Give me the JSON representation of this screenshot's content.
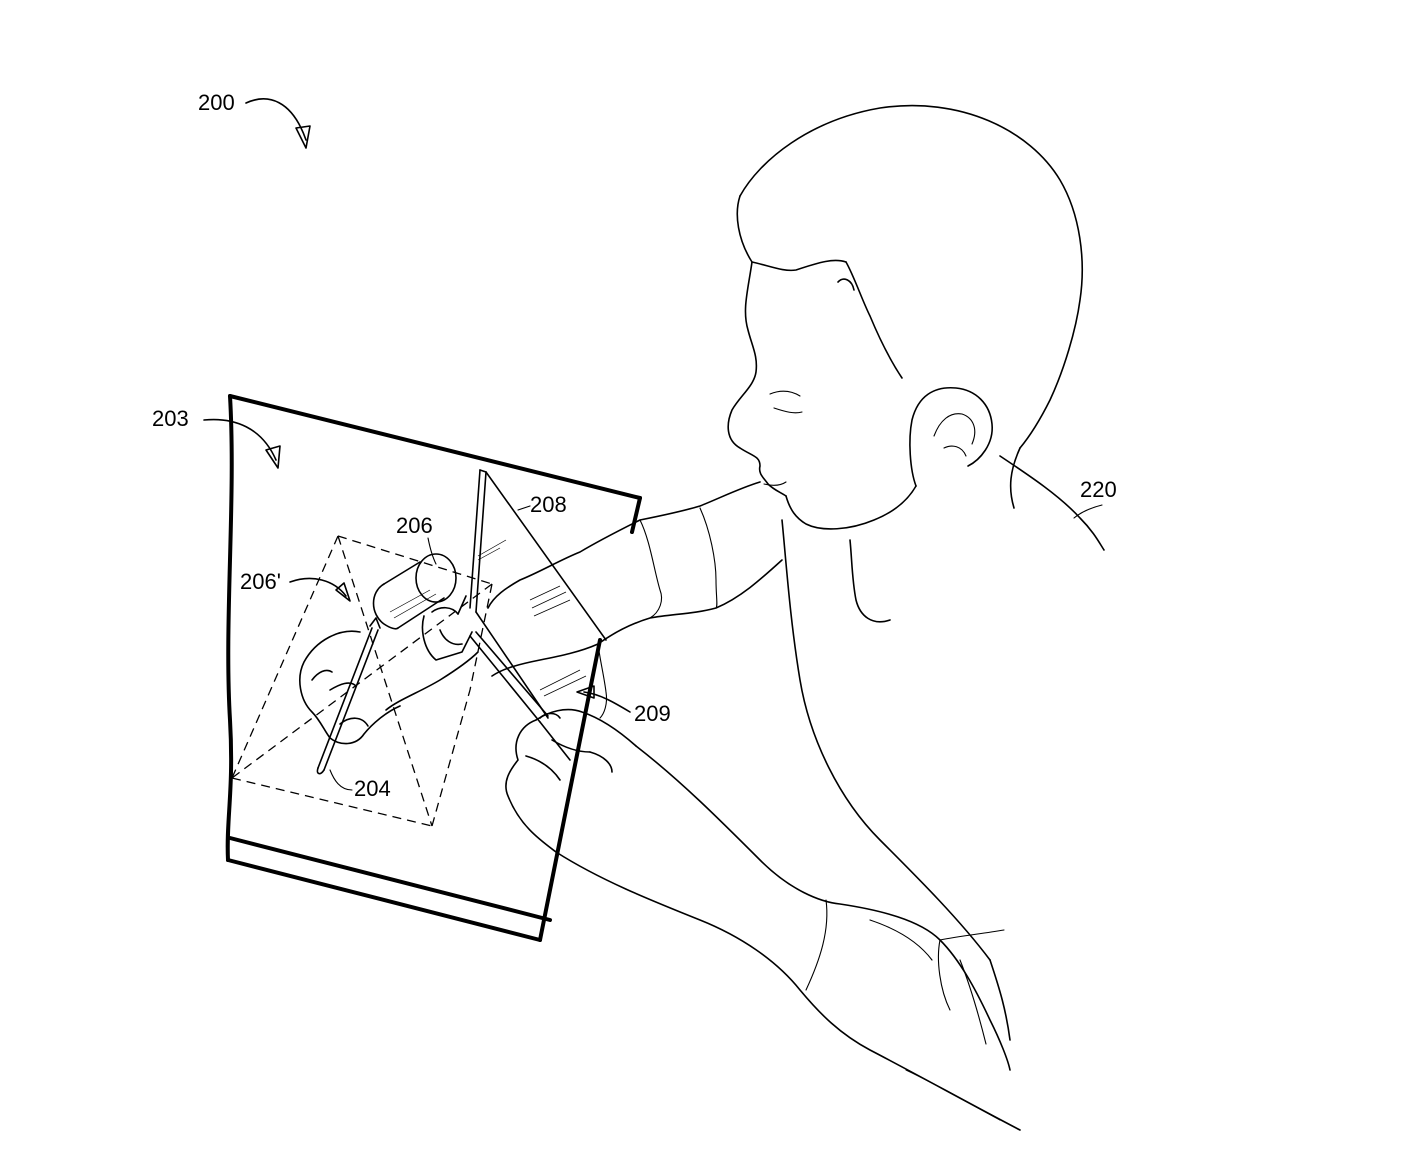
{
  "figure": {
    "labels": {
      "system": "200",
      "display_surface": "203",
      "stylus": "204",
      "virtual_object": "206",
      "virtual_object_projection": "206'",
      "tool": "208",
      "tool_marker": "209",
      "user": "220"
    }
  },
  "colors": {
    "line": "#000000",
    "background": "#ffffff"
  }
}
